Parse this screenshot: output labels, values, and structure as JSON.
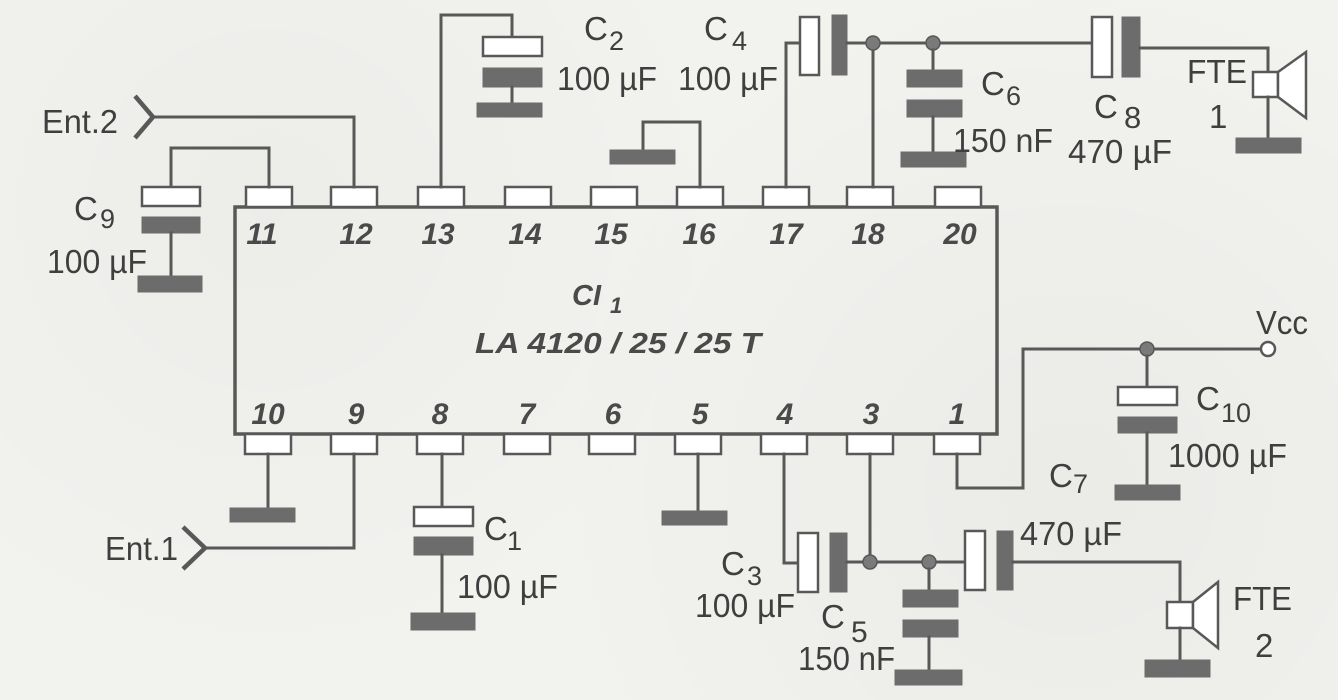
{
  "colors": {
    "paper": "#f2f2ef",
    "ink": "#585858",
    "plate": "#6c6c6c",
    "text": "#3f3f3f"
  },
  "ic": {
    "designator": "CI",
    "designator_sub": "1",
    "part_number": "LA 4120 / 25 / 25 T",
    "top_pins": [
      "11",
      "12",
      "13",
      "14",
      "15",
      "16",
      "17",
      "18",
      "20"
    ],
    "bottom_pins": [
      "10",
      "9",
      "8",
      "7",
      "6",
      "5",
      "4",
      "3",
      "1"
    ]
  },
  "inputs": {
    "ent1": "Ent.1",
    "ent2": "Ent.2"
  },
  "supply": {
    "vcc": "Vcc"
  },
  "speakers": {
    "fte1": {
      "label": "FTE",
      "index": "1"
    },
    "fte2": {
      "label": "FTE",
      "index": "2"
    }
  },
  "capacitors": {
    "C1": {
      "letter": "C",
      "sub": "1",
      "value": "100 µF"
    },
    "C2": {
      "letter": "C",
      "sub": "2",
      "value": "100 µF"
    },
    "C3": {
      "letter": "C",
      "sub": "3",
      "value": "100 µF"
    },
    "C4": {
      "letter": "C",
      "sub": "4",
      "value": "100 µF"
    },
    "C5": {
      "letter": "C",
      "sub": "5",
      "value": "150 nF"
    },
    "C6": {
      "letter": "C",
      "sub": "6",
      "value": "150 nF"
    },
    "C7": {
      "letter": "C",
      "sub": "7",
      "value": "470 µF"
    },
    "C8": {
      "letter": "C",
      "sub": "8",
      "value": "470 µF"
    },
    "C9": {
      "letter": "C",
      "sub": "9",
      "value": "100 µF"
    },
    "C10": {
      "letter": "C",
      "sub": "10",
      "value": "1000 µF"
    }
  }
}
